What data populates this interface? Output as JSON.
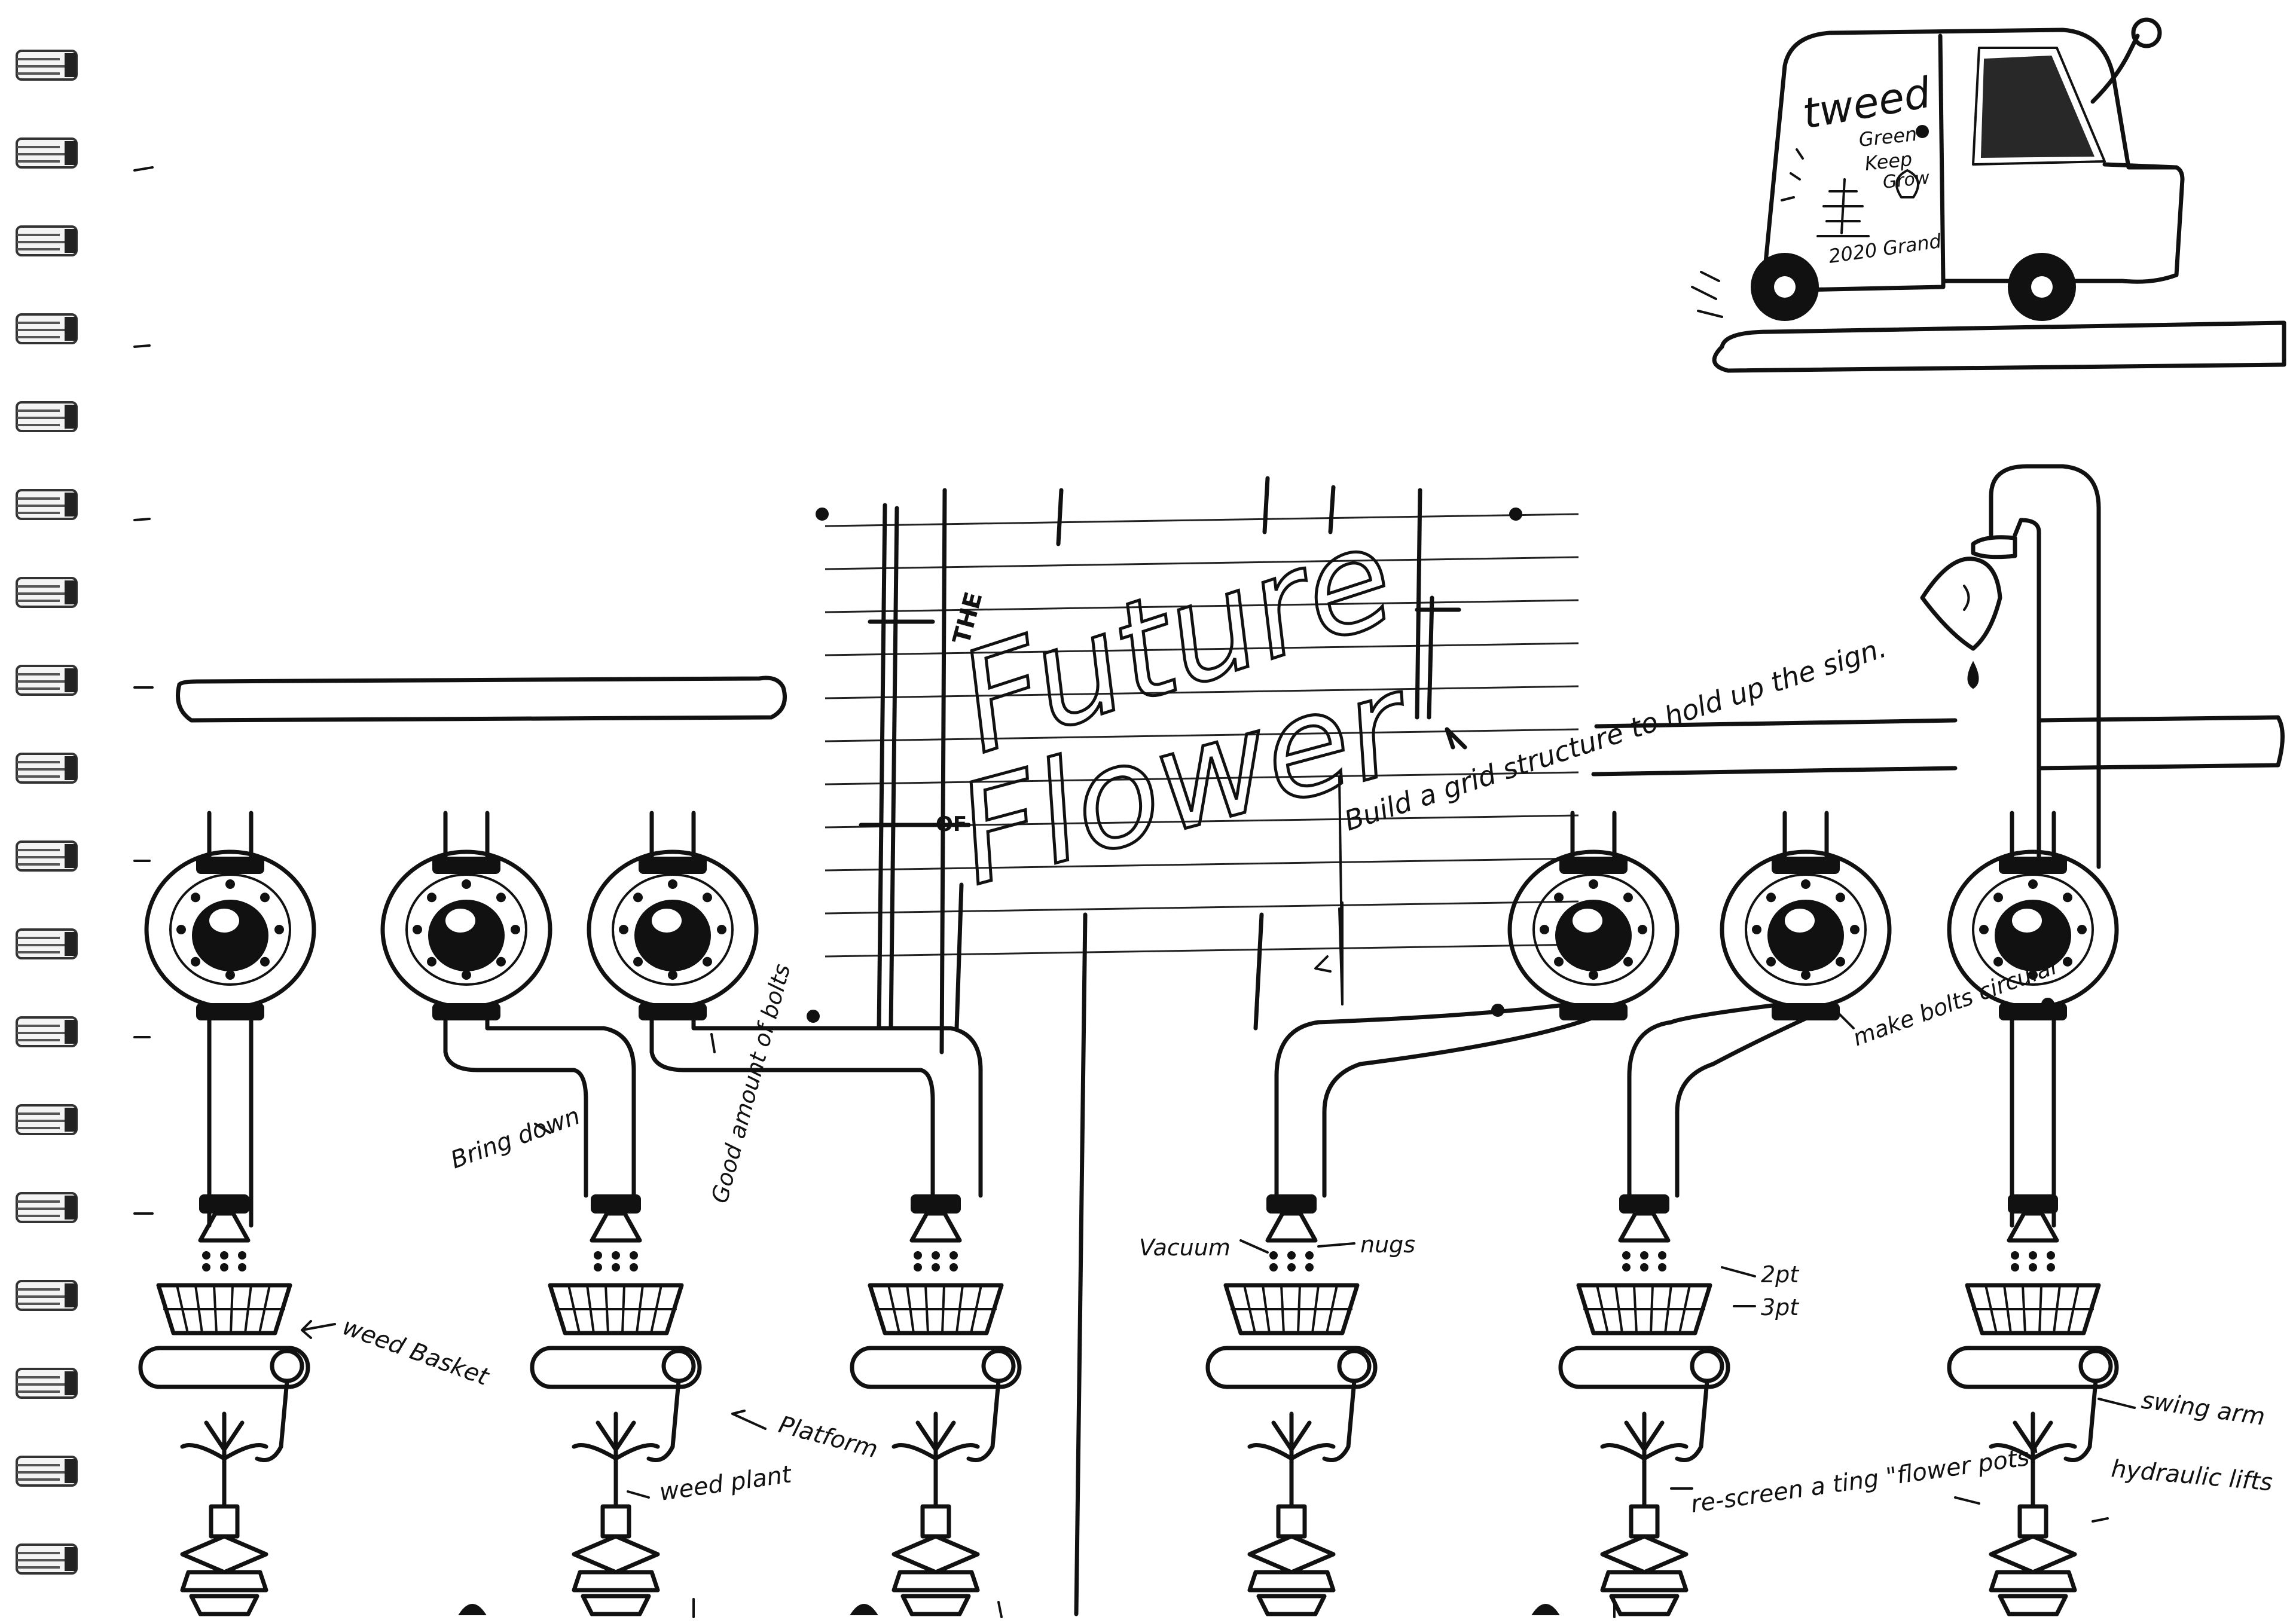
{
  "sign": {
    "the": "THE",
    "future": "Future",
    "of": "OF",
    "flower": "Flower"
  },
  "van": {
    "brand": "tweed",
    "line1": "Green",
    "line2": "Keep",
    "line3": "Grow",
    "line4": "2020 Grand"
  },
  "annotations": {
    "grid_note": "Build a grid structure to hold up the sign.",
    "bring_down": "Bring down",
    "bolts": "Good amount of bolts",
    "weed_basket": "weed Basket",
    "platform": "Platform",
    "weed_plant": "weed plant",
    "vacuum": "Vacuum",
    "nugs": "nugs",
    "make_bolts": "make bolts circular",
    "size_2pt": "2pt",
    "size_3pt": "3pt",
    "flower_pots": "re-screen a ting \"flower pots\"",
    "swing_arm": "swing arm",
    "hydraulic": "hydraulic lifts"
  }
}
